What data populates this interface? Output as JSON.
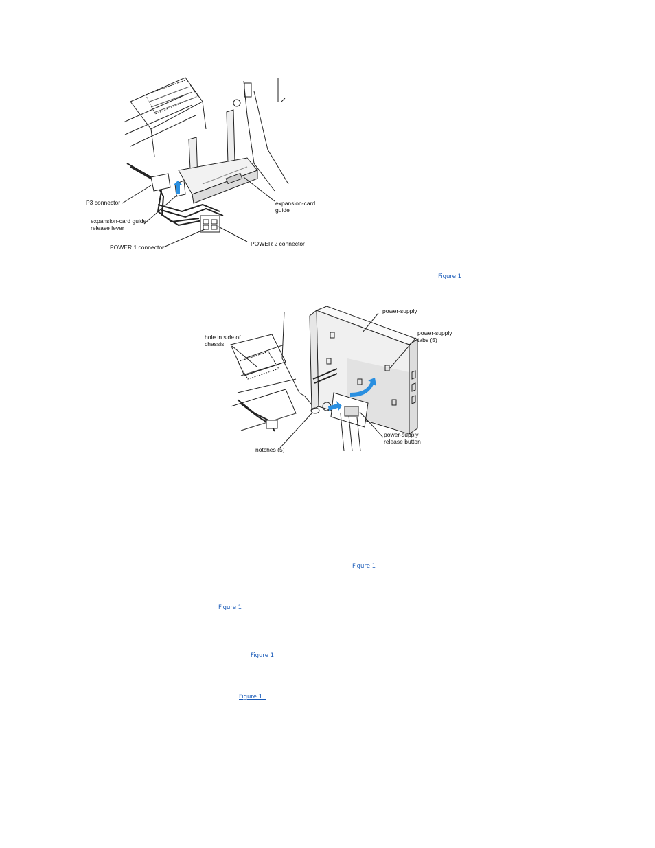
{
  "figure1": {
    "labels": {
      "p3": "P3 connector",
      "card_guide": "expansion-card guide",
      "release_lever": "expansion-card guide release lever",
      "power1": "POWER 1 connector",
      "power2": "POWER 2 connector"
    }
  },
  "figure2": {
    "labels": {
      "power_supply": "power-supply",
      "tabs": "power-supply tabs (5)",
      "hole": "hole in side of chassis",
      "notches": "notches (5)",
      "release_button": "power-supply release button"
    }
  },
  "figure_link": "Figure 1  ",
  "colors": {
    "link": "#1a5bb8",
    "arrow": "#2a8fe0"
  }
}
